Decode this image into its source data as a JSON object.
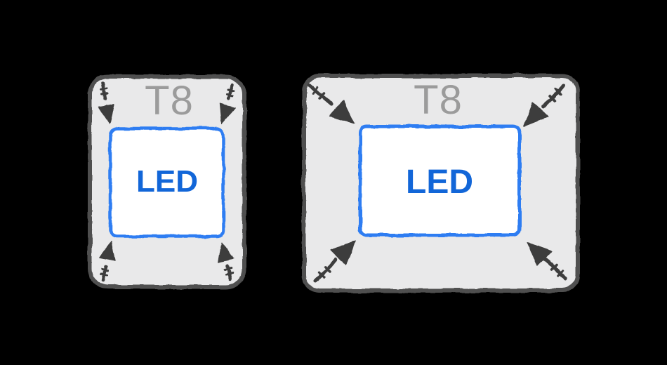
{
  "colors": {
    "canvas_bg": "#000000",
    "tube_fill": "#e9e9ea",
    "tube_border": "#4f4f4f",
    "tube_label": "#9b9b9b",
    "led_fill": "#ffffff",
    "led_border": "#2e7df2",
    "led_text": "#1266d8",
    "arrow_color": "#3e3e3e"
  },
  "panels": [
    {
      "name": "small-tube",
      "tube_label": "T8",
      "insert_label": "LED"
    },
    {
      "name": "large-tube",
      "tube_label": "T8",
      "insert_label": "LED"
    }
  ]
}
